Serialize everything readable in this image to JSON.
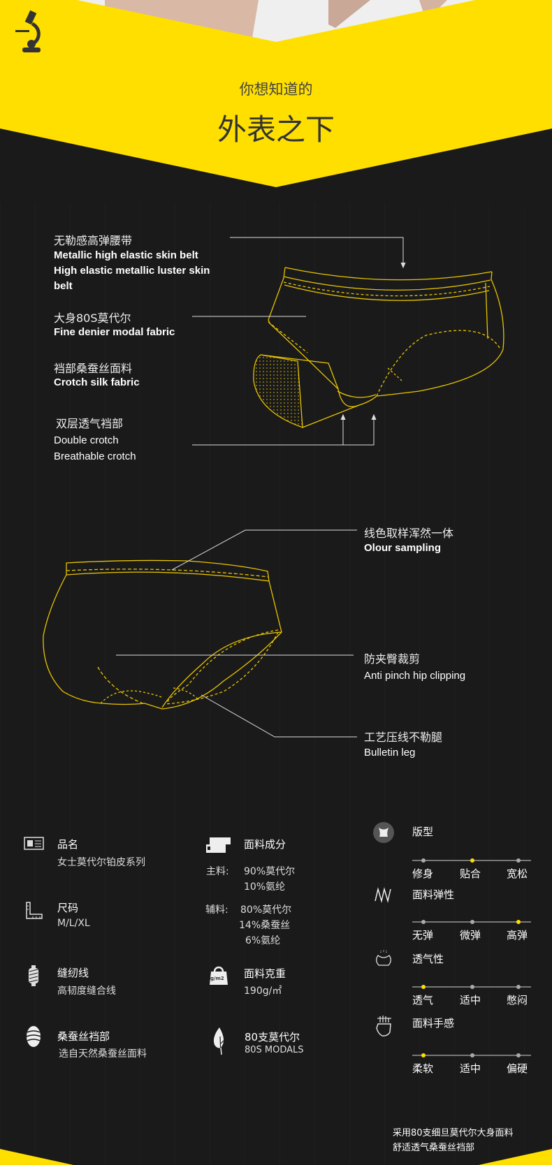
{
  "header": {
    "subtitle": "你想知道的",
    "title": "外表之下"
  },
  "colors": {
    "yellow": "#ffdf00",
    "dark": "#1a1a1a",
    "line": "#e8c400"
  },
  "diagram1": {
    "labels": [
      {
        "cn": "无勒感高弹腰带",
        "en": [
          "Metallic high elastic skin belt",
          "High elastic metallic luster skin",
          "belt"
        ]
      },
      {
        "cn": "大身80S莫代尔",
        "en": [
          "Fine denier modal fabric"
        ]
      },
      {
        "cn": "裆部桑蚕丝面料",
        "en": [
          "Crotch silk fabric"
        ]
      },
      {
        "cn": "双层透气裆部",
        "en": [
          "Double crotch",
          "Breathable crotch"
        ]
      }
    ]
  },
  "diagram2": {
    "labels": [
      {
        "cn": "线色取样浑然一体",
        "en": "Olour sampling"
      },
      {
        "cn": "防夹臀裁剪",
        "en": "Anti pinch hip clipping"
      },
      {
        "cn": "工艺压线不勒腿",
        "en": "Bulletin leg"
      }
    ]
  },
  "specs": {
    "name": {
      "title": "品名",
      "value": "女士莫代尔铂皮系列"
    },
    "size": {
      "title": "尺码",
      "value": "M/L/XL"
    },
    "thread": {
      "title": "缝纫线",
      "value": "高韧度缝合线"
    },
    "crotch": {
      "title": "桑蚕丝裆部",
      "value": "选自天然桑蚕丝面料"
    },
    "composition": {
      "title": "面料成分",
      "main_label": "主料:",
      "main": [
        "90%莫代尔",
        "10%氨纶"
      ],
      "aux_label": "辅料:",
      "aux": [
        "80%莫代尔",
        "14%桑蚕丝",
        "6%氨纶"
      ]
    },
    "weight": {
      "title": "面料克重",
      "value": "190g/㎡",
      "icon_text": "g/m2"
    },
    "modal": {
      "title": "80支莫代尔",
      "value": "80S MODALS"
    }
  },
  "ratings": [
    {
      "title": "版型",
      "options": [
        "修身",
        "贴合",
        "宽松"
      ],
      "selected": 1
    },
    {
      "title": "面料弹性",
      "options": [
        "无弹",
        "微弹",
        "高弹"
      ],
      "selected": 2
    },
    {
      "title": "透气性",
      "options": [
        "透气",
        "适中",
        "憋闷"
      ],
      "selected": 0
    },
    {
      "title": "面料手感",
      "options": [
        "柔软",
        "适中",
        "偏硬"
      ],
      "selected": 0
    }
  ],
  "footer": {
    "lines": [
      "采用80支细旦莫代尔大身面料",
      "舒适透气桑蚕丝裆部"
    ]
  }
}
